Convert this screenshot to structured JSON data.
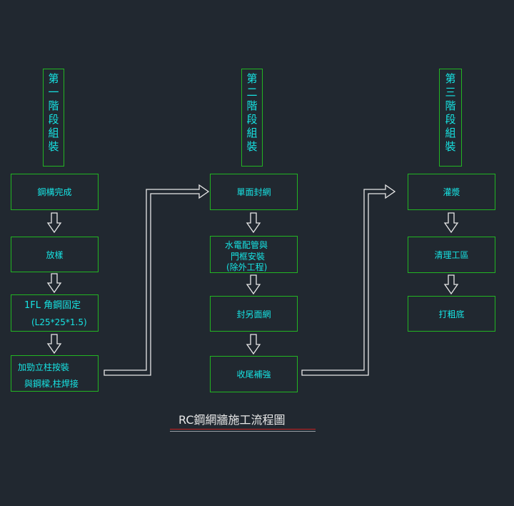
{
  "diagram": {
    "stages": [
      {
        "chars": [
          "第",
          "一",
          "階",
          "段",
          "組",
          "裝"
        ]
      },
      {
        "chars": [
          "第",
          "二",
          "階",
          "段",
          "組",
          "裝"
        ]
      },
      {
        "chars": [
          "第",
          "三",
          "階",
          "段",
          "組",
          "裝"
        ]
      }
    ],
    "col1": {
      "step1": "鋼構完成",
      "step2": "放樣",
      "step3_line1": "1FL 角鋼固定",
      "step3_line2": "(L25*25*1.5)",
      "step4_line1": "加勁立柱按裝",
      "step4_line2": "與鋼樑,柱焊接"
    },
    "col2": {
      "step1": "單面封網",
      "step2_line1": "水電配管與",
      "step2_line2": "門框安裝",
      "step2_line3": "(除外工程)",
      "step3": "封另面網",
      "step4": "收尾補強"
    },
    "col3": {
      "step1": "灌漿",
      "step2": "清理工區",
      "step3": "打粗底"
    },
    "footer_title": "RC鋼網牆施工流程圖",
    "colors": {
      "background": "#212830",
      "box_border": "#22b522",
      "text": "#17e3e3",
      "arrow": "#e8e8e8",
      "underline": "#c82020"
    }
  }
}
